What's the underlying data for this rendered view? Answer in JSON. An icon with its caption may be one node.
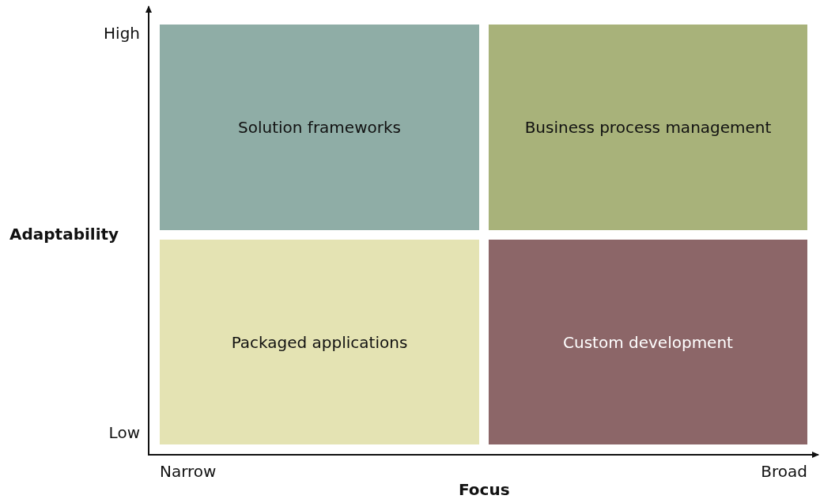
{
  "diagram": {
    "nodes": [
      {
        "text": [
          "Solution frameworks"
        ]
      },
      {
        "text": [
          "Business process management"
        ]
      },
      {
        "text": [
          "Packaged applications"
        ]
      },
      {
        "text": [
          "Custom development"
        ]
      }
    ],
    "labels": [
      "High",
      "Adaptability",
      "Low",
      "Narrow",
      "Broad",
      "Focus"
    ]
  }
}
